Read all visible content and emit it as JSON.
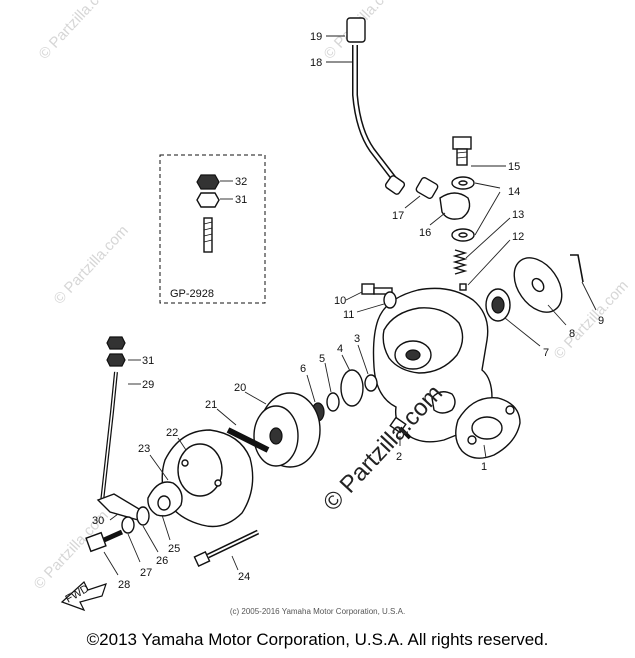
{
  "watermark": {
    "text": "© Partzilla.com",
    "faint_text": "© Partzilla.com"
  },
  "inset": {
    "label": "GP-2928",
    "callouts": [
      "32",
      "31"
    ]
  },
  "callouts": {
    "c1": "1",
    "c2": "2",
    "c3": "3",
    "c4": "4",
    "c5": "5",
    "c6": "6",
    "c7": "7",
    "c8": "8",
    "c9": "9",
    "c10": "10",
    "c11": "11",
    "c12": "12",
    "c13": "13",
    "c14": "14",
    "c15": "15",
    "c16": "16",
    "c17": "17",
    "c18": "18",
    "c19": "19",
    "c20": "20",
    "c21": "21",
    "c22": "22",
    "c23": "23",
    "c24": "24",
    "c25": "25",
    "c26": "26",
    "c27": "27",
    "c28": "28",
    "c29": "29",
    "c30": "30",
    "c31": "31"
  },
  "fwd_label": "FWD",
  "inner_copyright": "(c) 2005-2016 Yamaha Motor Corporation, U.S.A.",
  "footer": "©2013 Yamaha Motor Corporation, U.S.A. All rights reserved."
}
